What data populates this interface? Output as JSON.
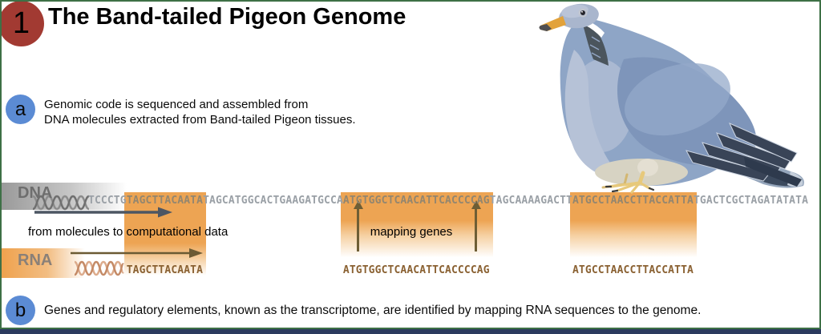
{
  "title": {
    "number": "1",
    "text": "The Band-tailed Pigeon Genome"
  },
  "steps": {
    "a": {
      "label": "a",
      "line1": "Genomic code is sequenced and assembled from",
      "line2": "DNA molecules extracted from Band-tailed Pigeon tissues."
    },
    "b": {
      "label": "b",
      "text": "Genes and regulatory elements, known as the transcriptome, are identified by mapping RNA sequences to the genome."
    }
  },
  "genome": {
    "dna_label": "DNA",
    "rna_label": "RNA",
    "flow_label": "from molecules to computational data",
    "mapping_label": "mapping genes",
    "segments": [
      {
        "text": "TCCCTG",
        "highlight": false
      },
      {
        "text": "TAGCTTACAATA",
        "highlight": true
      },
      {
        "text": "TAGCATGGCACTGAAGATGCCA",
        "highlight": false
      },
      {
        "text": "ATGTGGCTCAACATTCACCCCAG",
        "highlight": true
      },
      {
        "text": "TAGCAAAAGACTT",
        "highlight": false
      },
      {
        "text": "ATGCCTAACCTTACCATTA",
        "highlight": true
      },
      {
        "text": "TGACTCGCTAGATATATA",
        "highlight": false
      }
    ]
  },
  "colors": {
    "highlight_orange": "#eda453",
    "sequence_gray": "#9aa0a6",
    "rna_brown": "#8a6132",
    "number_circle_red": "#a23a32",
    "step_circle_blue": "#5b8bd4",
    "border_green": "#3e7046",
    "footer_navy": "#2b3a5e",
    "dna_arrow": "#4d5663",
    "rna_arrow": "#6b5a33"
  }
}
